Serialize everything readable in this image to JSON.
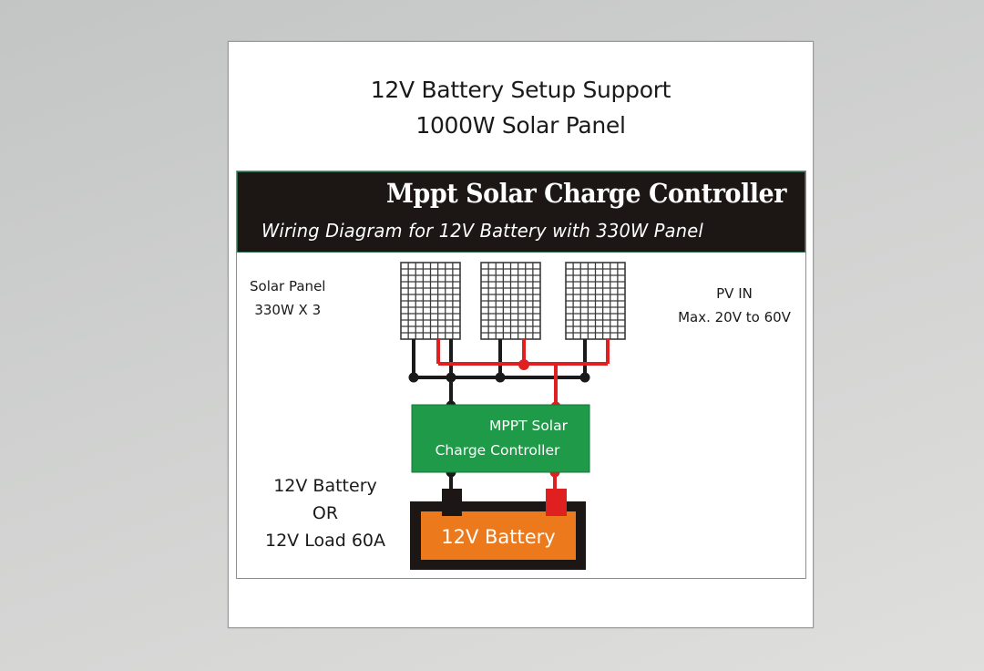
{
  "title": {
    "line1": "12V Battery Setup Support",
    "line2": "1000W Solar Panel"
  },
  "header": {
    "main": "Mppt Solar Charge Controller",
    "subtitle": "Wiring Diagram for 12V Battery with 330W Panel"
  },
  "labels": {
    "solar_panel": "Solar Panel",
    "solar_count": "330W X 3",
    "pv_in": "PV IN",
    "pv_range": "Max. 20V to 60V",
    "battery_line1": "12V Battery",
    "battery_line2": "OR",
    "battery_line3": "12V Load 60A"
  },
  "controller": {
    "line1": "MPPT Solar",
    "line2": "Charge Controller"
  },
  "battery": {
    "label": "12V Battery"
  },
  "panels": [
    {
      "name": "solar-panel-1"
    },
    {
      "name": "solar-panel-2"
    },
    {
      "name": "solar-panel-3"
    }
  ],
  "colors": {
    "negative_wire": "#1a1a1a",
    "positive_wire": "#e02020",
    "controller": "#1f9a48",
    "battery_body": "#ec7a1c",
    "header_bg": "#1c1614"
  }
}
